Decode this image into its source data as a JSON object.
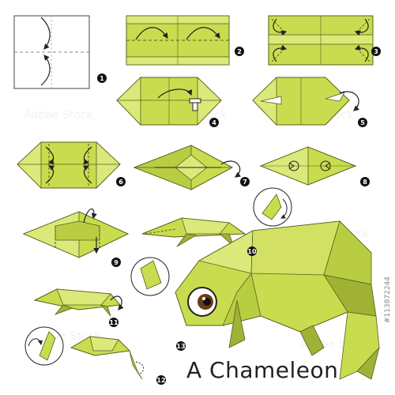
{
  "title": "A Chameleon",
  "colors": {
    "paper": "#c9dc4f",
    "paper_light": "#dbe97a",
    "paper_dark": "#9fb235",
    "stroke": "#55611a",
    "badge": "#111111"
  },
  "steps": [
    {
      "number": "1",
      "label": "step-1"
    },
    {
      "number": "2",
      "label": "step-2"
    },
    {
      "number": "3",
      "label": "step-3"
    },
    {
      "number": "4",
      "label": "step-4"
    },
    {
      "number": "5",
      "label": "step-5"
    },
    {
      "number": "6",
      "label": "step-6"
    },
    {
      "number": "7",
      "label": "step-7"
    },
    {
      "number": "8",
      "label": "step-8"
    },
    {
      "number": "9",
      "label": "step-9"
    },
    {
      "number": "10",
      "label": "step-10"
    },
    {
      "number": "11",
      "label": "step-11"
    },
    {
      "number": "12",
      "label": "step-12"
    },
    {
      "number": "13",
      "label": "step-13"
    }
  ],
  "watermark": {
    "text": "Adobe Stock",
    "id": "#113872244"
  }
}
